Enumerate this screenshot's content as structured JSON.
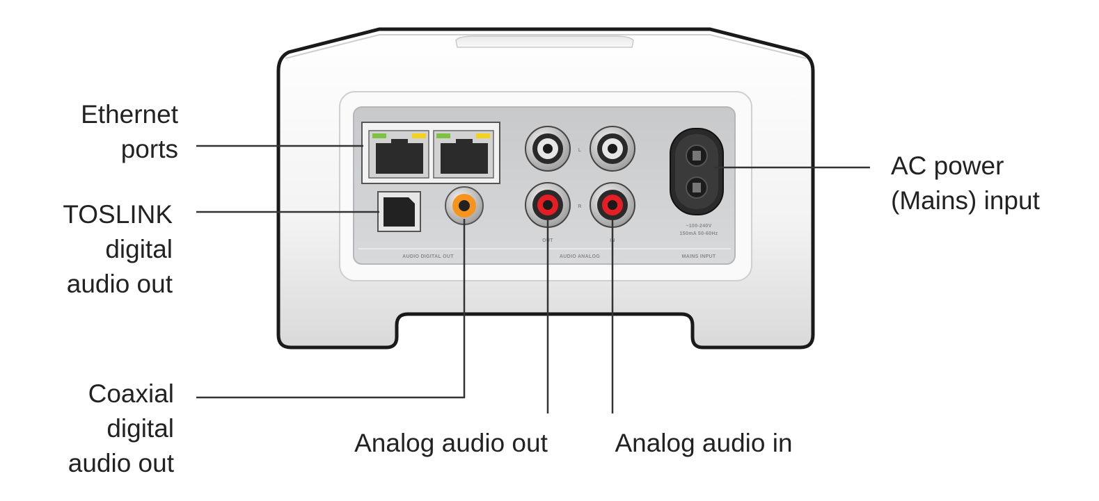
{
  "labels": {
    "ethernet": [
      "Ethernet",
      "ports"
    ],
    "toslink": [
      "TOSLINK",
      "digital",
      "audio out"
    ],
    "coaxial": [
      "Coaxial",
      "digital",
      "audio out"
    ],
    "analog_out": [
      "Analog audio out"
    ],
    "analog_in": [
      "Analog audio in"
    ],
    "ac_power": [
      "AC power",
      "(Mains) input"
    ]
  },
  "panel_text": {
    "audio_digital_out": "AUDIO DIGITAL OUT",
    "audio_analog": "AUDIO ANALOG",
    "mains_input": "MAINS INPUT",
    "rating_line1": "~100-240V",
    "rating_line2": "150mA 50-60Hz",
    "ch_l": "L",
    "ch_r": "R",
    "out_mark": "OUT",
    "in_mark": "IN"
  },
  "colors": {
    "port_green": "#7dc242",
    "port_yellow": "#f2d21b",
    "coax_orange": "#f7941d",
    "rca_red": "#e31e24",
    "rca_white": "#e6e6e6"
  }
}
